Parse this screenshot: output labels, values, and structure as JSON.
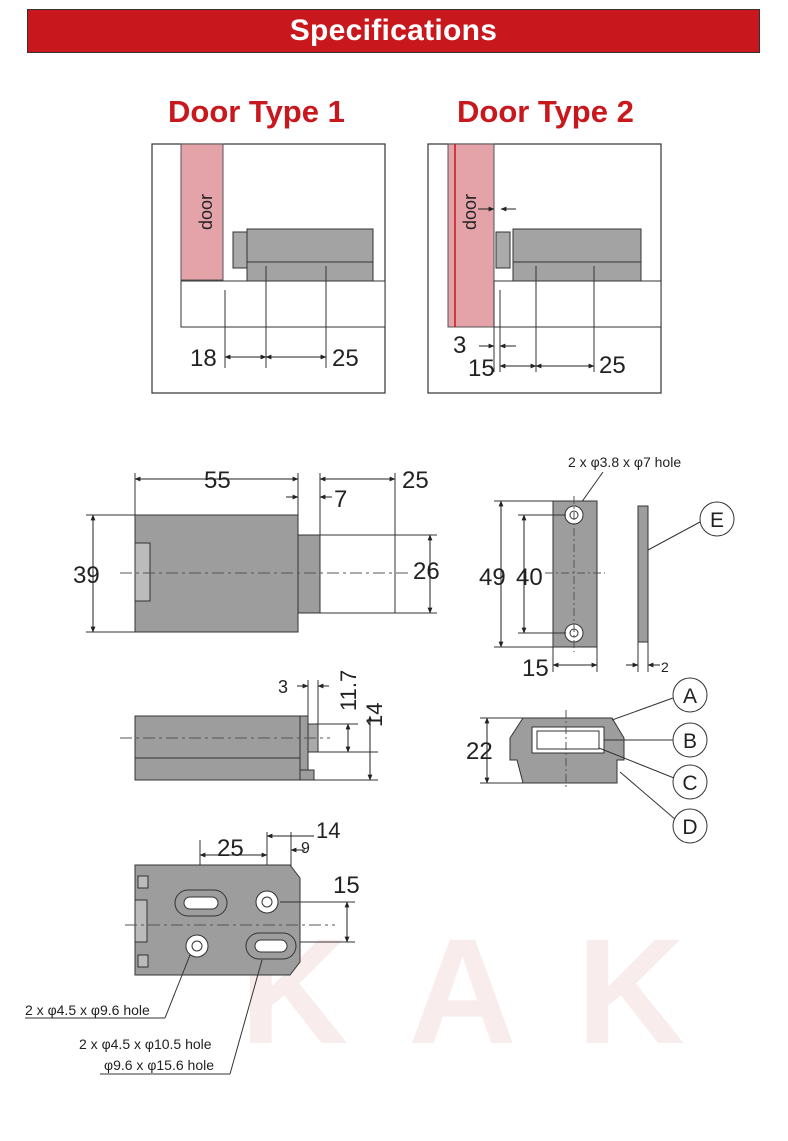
{
  "header": {
    "title": "Specifications"
  },
  "door_type_1": {
    "title": "Door Type 1",
    "door_label": "door",
    "dim_a": "18",
    "dim_b": "25"
  },
  "door_type_2": {
    "title": "Door Type 2",
    "door_label": "door",
    "dim_a": "3",
    "dim_b": "15",
    "dim_c": "25"
  },
  "main_body": {
    "length": "55",
    "plunger_travel": "25",
    "plunger_gap": "7",
    "height": "39",
    "plunger_height": "26"
  },
  "strike_plate": {
    "hole_spec": "2 x φ3.8 x φ7 hole",
    "outer_height": "49",
    "hole_spacing": "40",
    "width": "15",
    "thickness": "2",
    "callout": "E"
  },
  "side_view": {
    "dim_offset": "3",
    "dim_plunger": "11.7",
    "dim_total": "14"
  },
  "end_view": {
    "height": "22",
    "callouts": [
      "A",
      "B",
      "C",
      "D"
    ]
  },
  "bottom_view": {
    "hole_spacing": "25",
    "dim_9": "9",
    "dim_14": "14",
    "dim_15": "15",
    "hole_spec_1": "2 x φ4.5 x φ9.6 hole",
    "hole_spec_2a": "2 x φ4.5 x φ10.5 hole",
    "hole_spec_2b": "φ9.6 x φ15.6 hole"
  },
  "watermark": "KAK",
  "colors": {
    "brand_red": "#c8181e",
    "door_fill": "#e3a3a8",
    "part_gray": "#9d9d9d"
  }
}
